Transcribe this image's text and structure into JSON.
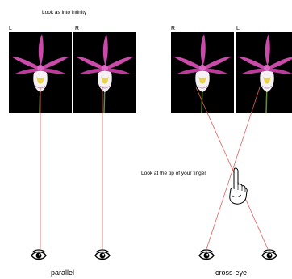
{
  "texts": {
    "top_instruction": "Look as into infinity",
    "finger_instruction": "Look at the tip of your finger",
    "parallel_label": "parallel",
    "crosseye_label": "cross-eye",
    "left_l": "L",
    "left_r": "R",
    "right_r": "R",
    "right_l": "L"
  },
  "colors": {
    "sight_line": "#e06060",
    "photo_bg": "#000000",
    "petal": "#c94aa8",
    "lip": "#f4f0f4",
    "finger_stroke": "#000000"
  },
  "icons": {
    "eye": "eye-icon",
    "finger": "pointing-finger-icon",
    "flower": "orchid-photo"
  }
}
